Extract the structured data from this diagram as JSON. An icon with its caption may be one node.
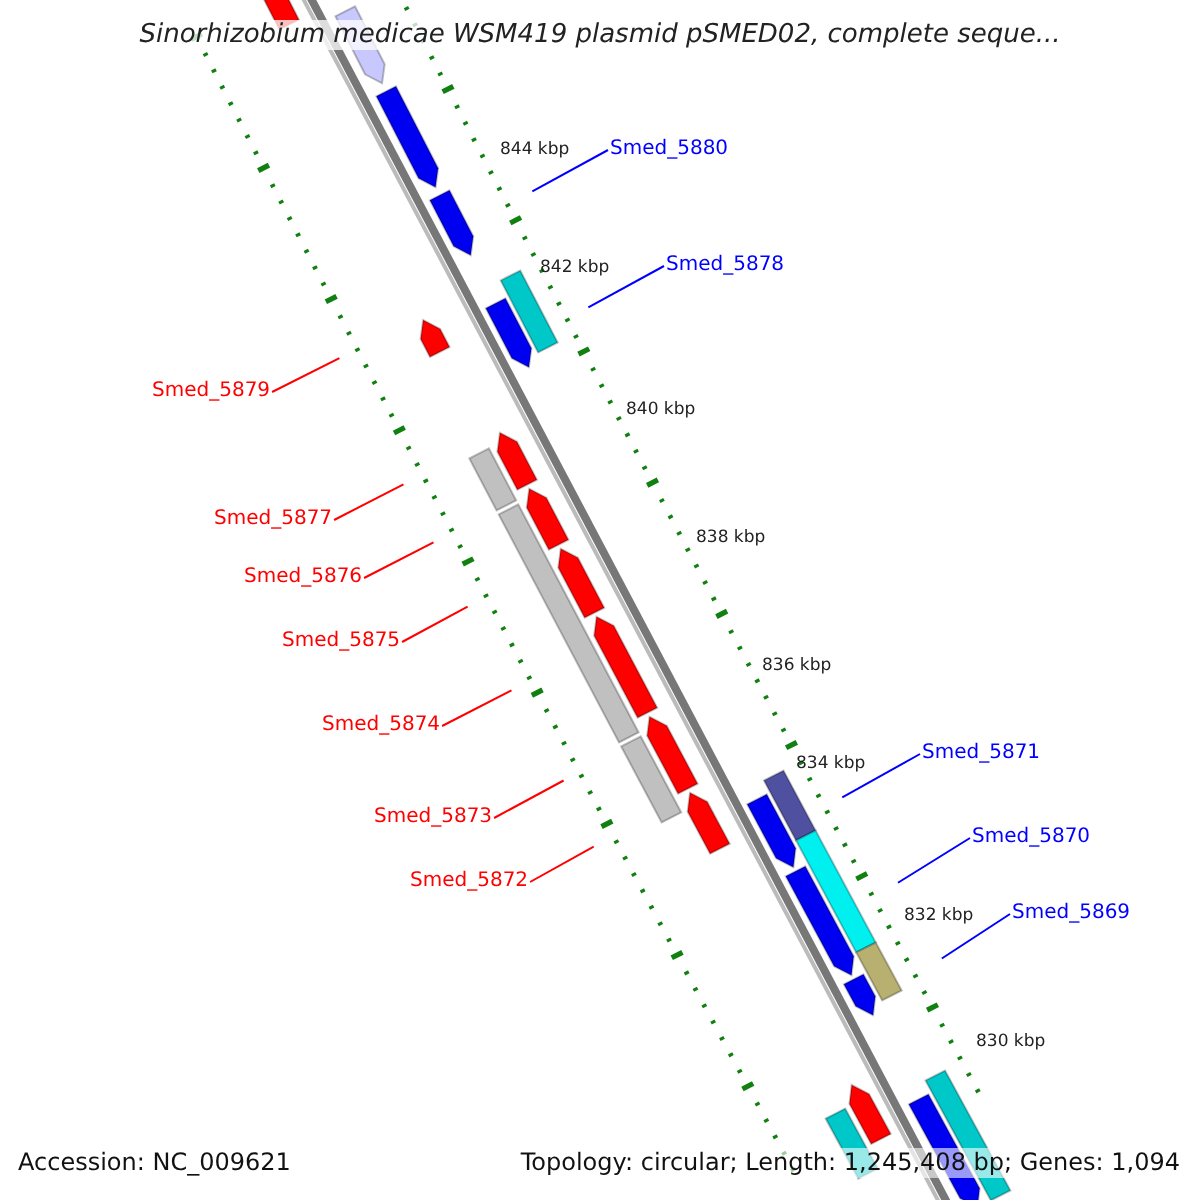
{
  "diagram": {
    "title": "Sinorhizobium medicae WSM419 plasmid pSMED02, complete seque...",
    "nodes": [
      {
        "text": [
          "Smed_5880"
        ]
      },
      {
        "text": [
          "Smed_5878"
        ]
      },
      {
        "text": [
          "Smed_5879"
        ]
      },
      {
        "text": [
          "Smed_5877"
        ]
      },
      {
        "text": [
          "Smed_5876"
        ]
      },
      {
        "text": [
          "Smed_5875"
        ]
      },
      {
        "text": [
          "Smed_5874"
        ]
      },
      {
        "text": [
          "Smed_5871"
        ]
      },
      {
        "text": [
          "Smed_5873"
        ]
      },
      {
        "text": [
          "Smed_5870"
        ]
      },
      {
        "text": [
          "Smed_5872"
        ]
      },
      {
        "text": [
          "Smed_5869"
        ]
      }
    ],
    "edges": [
      {
        "from": 0,
        "to": null,
        "arrow": "none",
        "color": "#0000ff"
      },
      {
        "from": 1,
        "to": null,
        "arrow": "none",
        "color": "#0000ff"
      },
      {
        "from": 2,
        "to": null,
        "arrow": "none"
      },
      {
        "from": 3,
        "to": null,
        "arrow": "none"
      },
      {
        "from": 4,
        "to": null,
        "arrow": "none"
      },
      {
        "from": 5,
        "to": null,
        "arrow": "none"
      },
      {
        "from": 6,
        "to": null,
        "arrow": "none"
      },
      {
        "from": 7,
        "to": null,
        "arrow": "none",
        "color": "#0000ff"
      },
      {
        "from": 8,
        "to": null,
        "arrow": "none"
      },
      {
        "from": 9,
        "to": null,
        "arrow": "none",
        "color": "#0000ff"
      },
      {
        "from": 10,
        "to": null,
        "arrow": "none"
      },
      {
        "from": 11,
        "to": null,
        "arrow": "none",
        "color": "#0000ff"
      }
    ],
    "labels": [
      "844 kbp",
      "842 kbp",
      "840 kbp",
      "838 kbp",
      "836 kbp",
      "834 kbp",
      "832 kbp",
      "830 kbp",
      "Accession: NC_009621",
      "Topology: circular; Length: 1,245,408 bp; Genes: 1,094"
    ]
  }
}
